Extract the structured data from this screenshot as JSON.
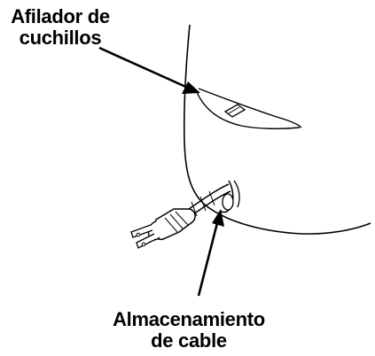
{
  "labels": {
    "sharpener": {
      "line1": "Afilador de",
      "line2": "cuchillos"
    },
    "cord_storage": {
      "line1": "Almacenamiento",
      "line2": "de cable"
    }
  },
  "colors": {
    "ink": "#000000",
    "background": "#ffffff"
  },
  "icons": [
    "appliance-body-outline",
    "knife-sharpener-slot",
    "power-cord",
    "power-plug",
    "cord-storage-hook",
    "callout-arrow"
  ]
}
